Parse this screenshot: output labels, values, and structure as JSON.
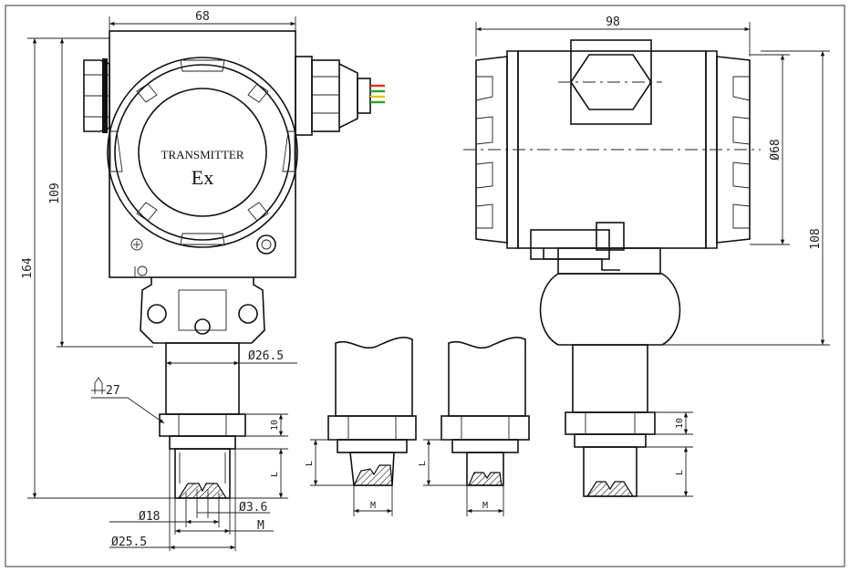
{
  "drawing": {
    "face_label_line1": "TRANSMITTER",
    "face_label_line2": "Ex"
  },
  "dimensions": {
    "front_width": "68",
    "side_width": "98",
    "front_height_housing": "109",
    "front_height_total": "164",
    "side_height": "108",
    "side_diameter": "Ø68",
    "neck_diameter": "Ø26.5",
    "wrench_size": "27",
    "hex_height_front": "10",
    "hex_height_side": "10",
    "thread_length_front": "L",
    "thread_length_side": "L",
    "thread_length_var1": "L",
    "thread_length_var2": "L",
    "bore_diameter": "Ø3.6",
    "face_diameter": "Ø18",
    "thread_m": "M",
    "outer_diameter": "Ø25.5",
    "var1_thread_m": "M",
    "var2_thread_m": "M"
  },
  "colors": {
    "line": "#111111",
    "wire_red": "#e0301e",
    "wire_green": "#2aa02a",
    "wire_yellow": "#e8c400"
  }
}
